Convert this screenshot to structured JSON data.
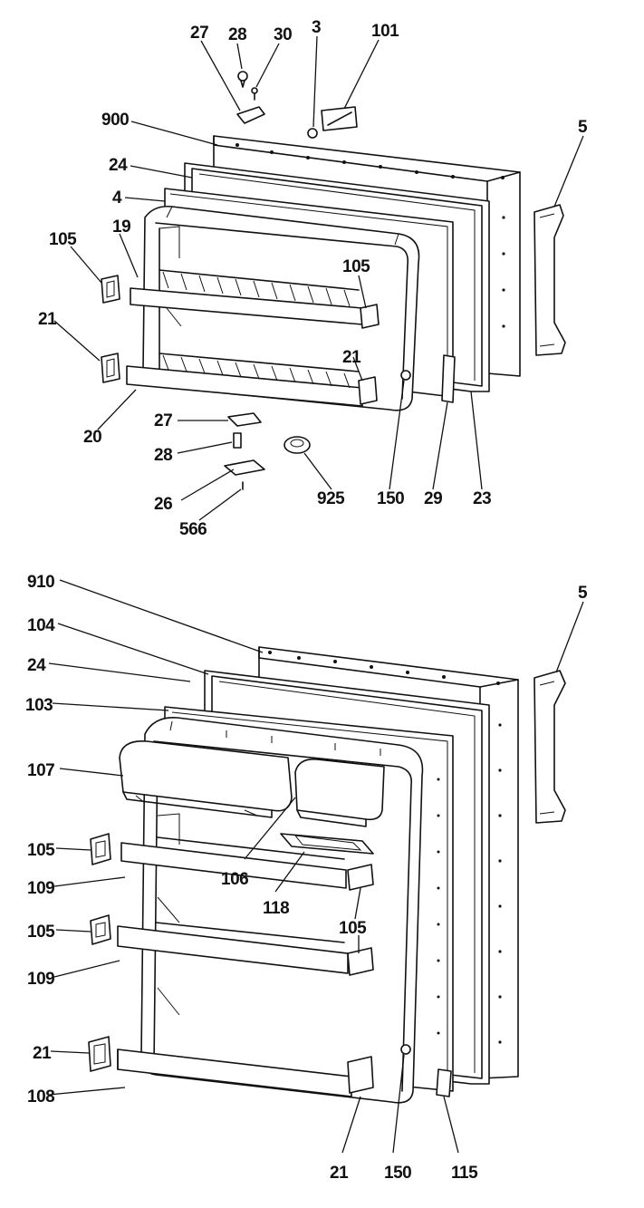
{
  "callouts": {
    "c27": "27",
    "c28": "28",
    "c30": "30",
    "c3": "3",
    "c101": "101",
    "c900": "900",
    "c5": "5",
    "c24": "24",
    "c4": "4",
    "c105": "105",
    "c19": "19",
    "c21": "21",
    "c20": "20",
    "c26": "26",
    "c566": "566",
    "c925": "925",
    "c150": "150",
    "c29": "29",
    "c23": "23",
    "c910": "910",
    "c104": "104",
    "c103": "103",
    "c107": "107",
    "c109": "109",
    "c106": "106",
    "c118": "118",
    "c108": "108",
    "c115": "115"
  }
}
